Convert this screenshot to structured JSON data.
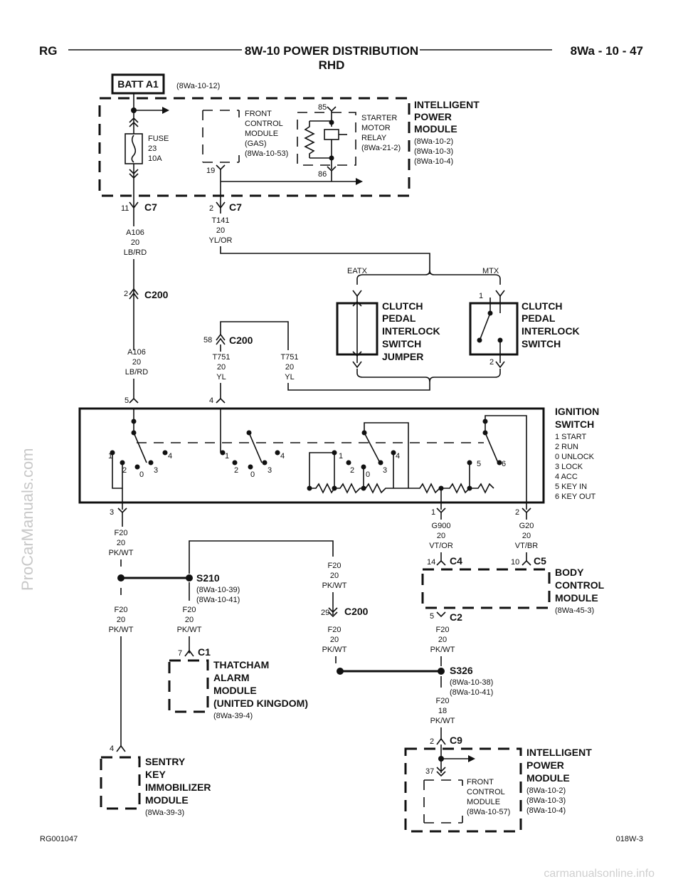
{
  "header": {
    "left": "RG",
    "title": "8W-10 POWER DISTRIBUTION",
    "subtitle": "RHD",
    "right": "8Wa - 10 - 47"
  },
  "footer": {
    "left": "RG001047",
    "right": "018W-3"
  },
  "watermarks": {
    "side": "ProCarManuals.com",
    "bottom": "carmanualsonline.info"
  },
  "batt": {
    "label": "BATT A1",
    "ref": "(8Wa-10-12)"
  },
  "ipm_top": {
    "name_lines": [
      "INTELLIGENT",
      "POWER",
      "MODULE"
    ],
    "refs": [
      "(8Wa-10-2)",
      "(8Wa-10-3)",
      "(8Wa-10-4)"
    ],
    "fuse_lines": [
      "FUSE",
      "23",
      "10A"
    ],
    "fcm_lines": [
      "FRONT",
      "CONTROL",
      "MODULE",
      "(GAS)",
      "(8Wa-10-53)"
    ],
    "fcm_pin": "19",
    "relay_lines": [
      "STARTER",
      "MOTOR",
      "RELAY",
      "(8Wa-21-2)"
    ],
    "relay_pin_top": "85",
    "relay_pin_bottom": "86"
  },
  "connectors": {
    "c7_a": {
      "pin": "11",
      "name": "C7"
    },
    "c7_b": {
      "pin": "2",
      "name": "C7"
    },
    "c200_a": {
      "pin": "2",
      "name": "C200"
    },
    "c200_b": {
      "pin": "58",
      "name": "C200"
    },
    "c200_c": {
      "pin": "29",
      "name": "C200"
    },
    "c4": {
      "pin": "14",
      "name": "C4"
    },
    "c5": {
      "pin": "10",
      "name": "C5"
    },
    "c2": {
      "pin": "5",
      "name": "C2"
    },
    "c1": {
      "pin": "7",
      "name": "C1"
    },
    "c9": {
      "pin": "2",
      "name": "C9"
    }
  },
  "wires": {
    "t141": [
      "T141",
      "20",
      "YL/OR"
    ],
    "a106_a": [
      "A106",
      "20",
      "LB/RD"
    ],
    "a106_b": [
      "A106",
      "20",
      "LB/RD"
    ],
    "t751_a": [
      "T751",
      "20",
      "YL"
    ],
    "t751_b": [
      "T751",
      "20",
      "YL"
    ],
    "f20_ign": [
      "F20",
      "20",
      "PK/WT"
    ],
    "f20_left": [
      "F20",
      "20",
      "PK/WT"
    ],
    "f20_s210": [
      "F20",
      "20",
      "PK/WT"
    ],
    "f20_mid_top": [
      "F20",
      "20",
      "PK/WT"
    ],
    "f20_mid_bot": [
      "F20",
      "20",
      "PK/WT"
    ],
    "f20_c2": [
      "F20",
      "20",
      "PK/WT"
    ],
    "f20_18": [
      "F20",
      "18",
      "PK/WT"
    ],
    "g900": [
      "G900",
      "20",
      "VT/OR"
    ],
    "g20": [
      "G20",
      "20",
      "VT/BR"
    ]
  },
  "clutch": {
    "eatx": "EATX",
    "mtx": "MTX",
    "jumper_lines": [
      "CLUTCH",
      "PEDAL",
      "INTERLOCK",
      "SWITCH",
      "JUMPER"
    ],
    "switch_lines": [
      "CLUTCH",
      "PEDAL",
      "INTERLOCK",
      "SWITCH"
    ],
    "pin1": "1",
    "pin2": "2"
  },
  "ignition": {
    "title_lines": [
      "IGNITION",
      "SWITCH"
    ],
    "legend": [
      "1 START",
      "2 RUN",
      "0 UNLOCK",
      "3 LOCK",
      "4 ACC",
      "5 KEY IN",
      "6 KEY OUT"
    ],
    "pin_top_a": "5",
    "pin_top_b": "4",
    "pin_bot_a": "3",
    "pin_bot_b": "1",
    "pin_bot_c": "2",
    "pos": [
      "1",
      "2",
      "0",
      "3",
      "4"
    ],
    "pos56": [
      "5",
      "6"
    ]
  },
  "s210": {
    "name": "S210",
    "refs": [
      "(8Wa-10-39)",
      "(8Wa-10-41)"
    ]
  },
  "s326": {
    "name": "S326",
    "refs": [
      "(8Wa-10-38)",
      "(8Wa-10-41)"
    ]
  },
  "bcm": {
    "name_lines": [
      "BODY",
      "CONTROL",
      "MODULE"
    ],
    "ref": "(8Wa-45-3)"
  },
  "thatcham": {
    "name_lines": [
      "THATCHAM",
      "ALARM",
      "MODULE",
      "(UNITED KINGDOM)"
    ],
    "ref": "(8Wa-39-4)"
  },
  "sentry": {
    "pin": "4",
    "name_lines": [
      "SENTRY",
      "KEY",
      "IMMOBILIZER",
      "MODULE"
    ],
    "ref": "(8Wa-39-3)"
  },
  "ipm_bot": {
    "name_lines": [
      "INTELLIGENT",
      "POWER",
      "MODULE"
    ],
    "refs": [
      "(8Wa-10-2)",
      "(8Wa-10-3)",
      "(8Wa-10-4)"
    ],
    "fcm_pin": "37",
    "fcm_lines": [
      "FRONT",
      "CONTROL",
      "MODULE",
      "(8Wa-10-57)"
    ]
  }
}
